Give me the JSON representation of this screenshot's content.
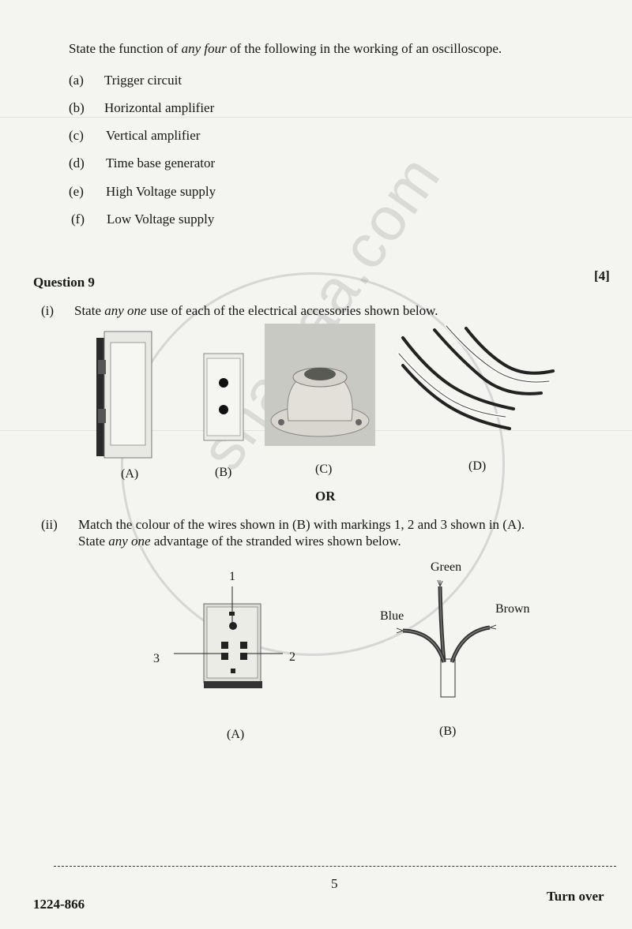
{
  "intro": {
    "pre": "State the function of ",
    "em": "any four",
    "post": " of the following in the working of an oscilloscope."
  },
  "options": [
    {
      "label": "(a)",
      "text": "Trigger circuit"
    },
    {
      "label": "(b)",
      "text": "Horizontal amplifier"
    },
    {
      "label": "(c)",
      "text": "Vertical amplifier"
    },
    {
      "label": "(d)",
      "text": "Time base generator"
    },
    {
      "label": "(e)",
      "text": "High Voltage supply"
    },
    {
      "label": "(f)",
      "text": "Low Voltage supply"
    }
  ],
  "question": {
    "title": "Question 9",
    "marks": "[4]"
  },
  "part_i": {
    "label": "(i)",
    "pre": "State ",
    "em": "any one",
    "post": " use of each of the electrical accessories shown below."
  },
  "figure1": {
    "captions": [
      "(A)",
      "(B)",
      "(C)",
      "(D)"
    ]
  },
  "or_text": "OR",
  "part_ii": {
    "label": "(ii)",
    "line1": "Match the colour of the wires shown in (B) with markings 1, 2 and 3 shown in (A).",
    "line2_pre": "State ",
    "line2_em": "any one",
    "line2_post": " advantage of the stranded wires shown below."
  },
  "figure2": {
    "marks": [
      "1",
      "2",
      "3"
    ],
    "wires": [
      "Green",
      "Blue",
      "Brown"
    ],
    "captions": [
      "(A)",
      "(B)"
    ]
  },
  "footer": {
    "page": "5",
    "code": "1224-866",
    "turn": "Turn over"
  },
  "watermark": "shaalaa.com"
}
